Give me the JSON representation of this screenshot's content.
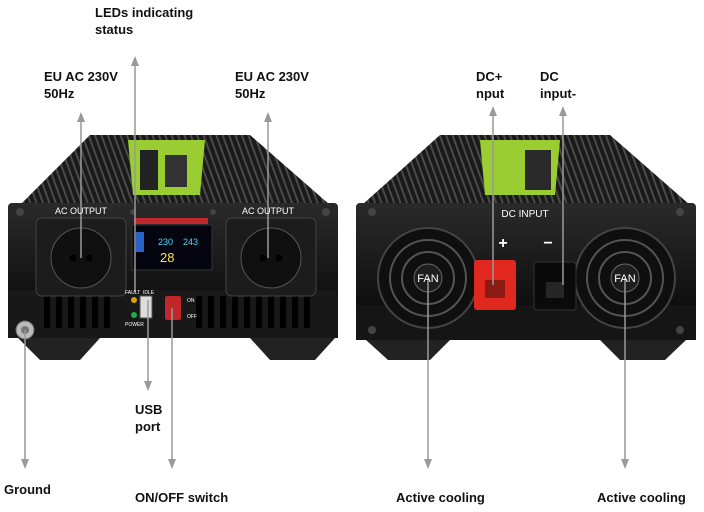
{
  "callouts": {
    "leds": "LEDs indicating\nstatus",
    "eu_left": "EU AC 230V\n50Hz",
    "eu_right": "EU AC 230V\n50Hz",
    "dc_plus": "DC+\nnput",
    "dc_minus": "DC\ninput-",
    "usb": "USB\nport",
    "ground": "Ground",
    "onoff": "ON/OFF switch",
    "cooling_left": "Active cooling",
    "cooling_right": "Active cooling"
  },
  "device": {
    "ac_output_left": "AC OUTPUT",
    "ac_output_right": "AC OUTPUT",
    "dc_input": "DC INPUT",
    "plus_sign": "+",
    "minus_sign": "−",
    "fan_left": "FAN",
    "fan_right": "FAN",
    "display_voltage_in": "230",
    "display_voltage_out": "243",
    "display_reading": "28",
    "led_fault": "FAULT",
    "led_idle": "IDLE",
    "power_label": "POWER",
    "switch_on": "ON",
    "switch_off": "OFF"
  },
  "colors": {
    "accent_green": "#9acd32",
    "plus_terminal": "#e0281e",
    "callout_line": "#999999"
  }
}
